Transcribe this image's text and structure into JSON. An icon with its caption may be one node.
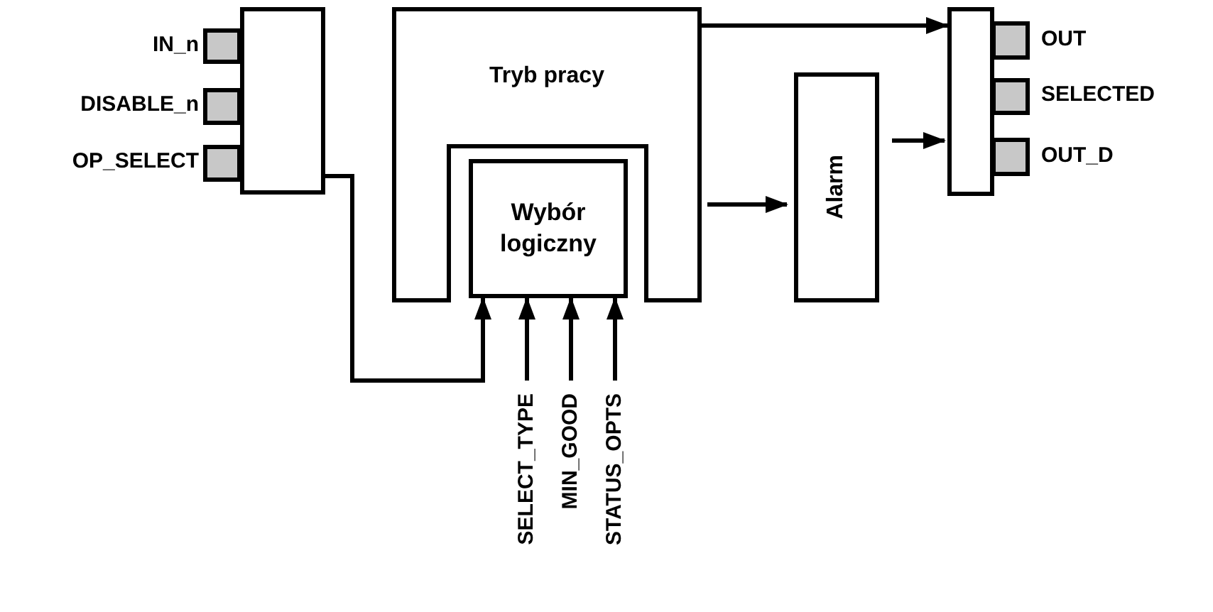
{
  "diagram": {
    "nodes": [
      {
        "text": [],
        "shape": "box"
      },
      {
        "text": [],
        "shape": "box",
        "beside": [
          "IN_n"
        ]
      },
      {
        "text": [],
        "shape": "box",
        "beside": [
          "DISABLE_n"
        ]
      },
      {
        "text": [],
        "shape": "box",
        "beside": [
          "OP_SELECT"
        ]
      },
      {
        "text": [
          "Tryb pracy"
        ]
      },
      {
        "text": [
          "Wybór logiczny"
        ]
      },
      {
        "text": [
          "Alarm"
        ]
      },
      {
        "text": [],
        "shape": "box"
      },
      {
        "text": [],
        "shape": "box",
        "beside": [
          "OUT"
        ]
      },
      {
        "text": [],
        "shape": "box",
        "beside": [
          "SELECTED"
        ]
      },
      {
        "text": [],
        "shape": "box",
        "beside": [
          "OUT_D"
        ]
      },
      {
        "text": [
          "SELECT_TYPE"
        ]
      },
      {
        "text": [
          "MIN_GOOD"
        ]
      },
      {
        "text": [
          "STATUS_OPTS"
        ]
      }
    ],
    "edges": [
      {
        "from": 0,
        "to": 5,
        "arrow": "to"
      },
      {
        "from": 11,
        "to": 5,
        "arrow": "to"
      },
      {
        "from": 12,
        "to": 5,
        "arrow": "to"
      },
      {
        "from": 13,
        "to": 5,
        "arrow": "to"
      },
      {
        "from": 4,
        "to": 7,
        "arrow": "to"
      },
      {
        "from": 4,
        "to": 6,
        "arrow": "to"
      },
      {
        "from": 6,
        "to": 7,
        "arrow": "to"
      }
    ]
  }
}
